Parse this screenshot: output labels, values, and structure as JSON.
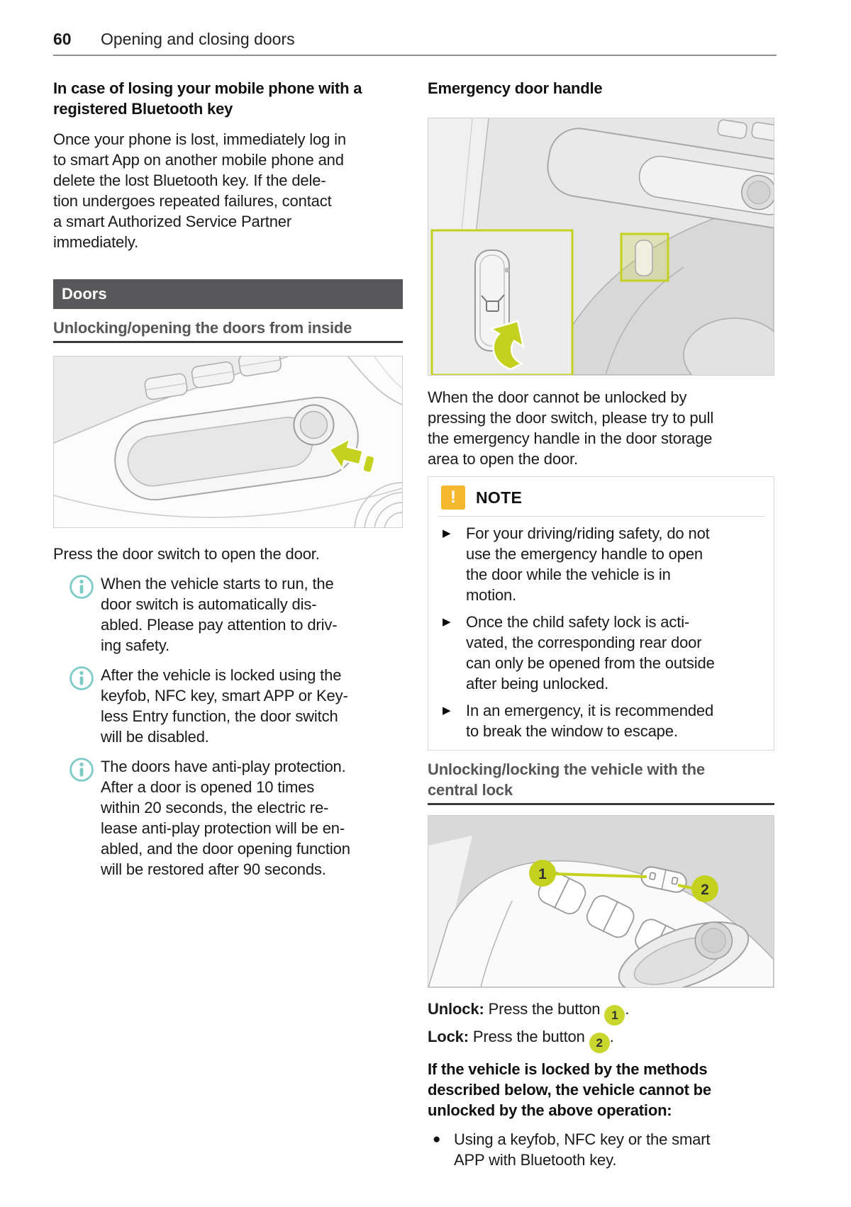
{
  "page": {
    "number": "60",
    "title": "Opening and closing doors"
  },
  "colors": {
    "accent_green": "#c4d21f",
    "info_teal": "#7ecac6",
    "note_amber": "#f5b82e",
    "banner_gray": "#58585a"
  },
  "left": {
    "lost_phone": {
      "heading": "In case of losing your mobile phone with a\nregistered Bluetooth key",
      "body": "Once your phone is lost, immediately log in\nto smart App on another mobile phone and\ndelete the lost Bluetooth key. If the dele-\ntion undergoes repeated failures, contact\na smart Authorized Service Partner\nimmediately."
    },
    "doors_banner": "Doors",
    "sub1": "Unlocking/opening the doors from inside",
    "press_text": "Press the door switch to open the door.",
    "info_items": [
      {
        "text": "When the vehicle starts to run, the\ndoor switch is automatically dis-\nabled. Please pay attention to driv-\ning safety."
      },
      {
        "text": "After the vehicle is locked using the\nkeyfob, NFC key, smart APP or Key-\nless Entry function, the door switch\nwill be disabled."
      },
      {
        "text": "The doors have anti-play protection.\nAfter a door is opened 10 times\nwithin 20 seconds, the electric re-\nlease anti-play protection will be en-\nabled, and the door opening function\nwill be restored after 90 seconds."
      }
    ]
  },
  "right": {
    "heading": "Emergency door handle",
    "par1": "When the door cannot be unlocked by\npressing the door switch, please try to pull\nthe emergency handle in the door storage\narea to open the door.",
    "note": {
      "icon_glyph": "!",
      "title": "NOTE",
      "bullet_glyph": "▶",
      "items": [
        "For your driving/riding safety, do not\nuse the emergency handle to open\nthe door while the vehicle is in\nmotion.",
        "Once the child safety lock is acti-\nvated, the corresponding rear door\ncan only be opened from the outside\nafter being unlocked.",
        "In an emergency, it is recommended\nto break the window to escape."
      ]
    },
    "sub2": "Unlocking/locking the vehicle with the\ncentral lock",
    "unlock": {
      "label": "Unlock:",
      "text": " Press the button ",
      "badge": "1",
      "suffix": "."
    },
    "lock": {
      "label": "Lock:",
      "text": " Press the button ",
      "badge": "2",
      "suffix": "."
    },
    "locked_methods_heading": "If the vehicle is locked by the methods\ndescribed below, the vehicle cannot be\nunlocked by the above operation:",
    "bullet_glyph": "●",
    "bullets": [
      "Using a keyfob, NFC key or the smart\nAPP with Bluetooth key."
    ],
    "figure3": {
      "callout1": "1",
      "callout2": "2"
    }
  }
}
